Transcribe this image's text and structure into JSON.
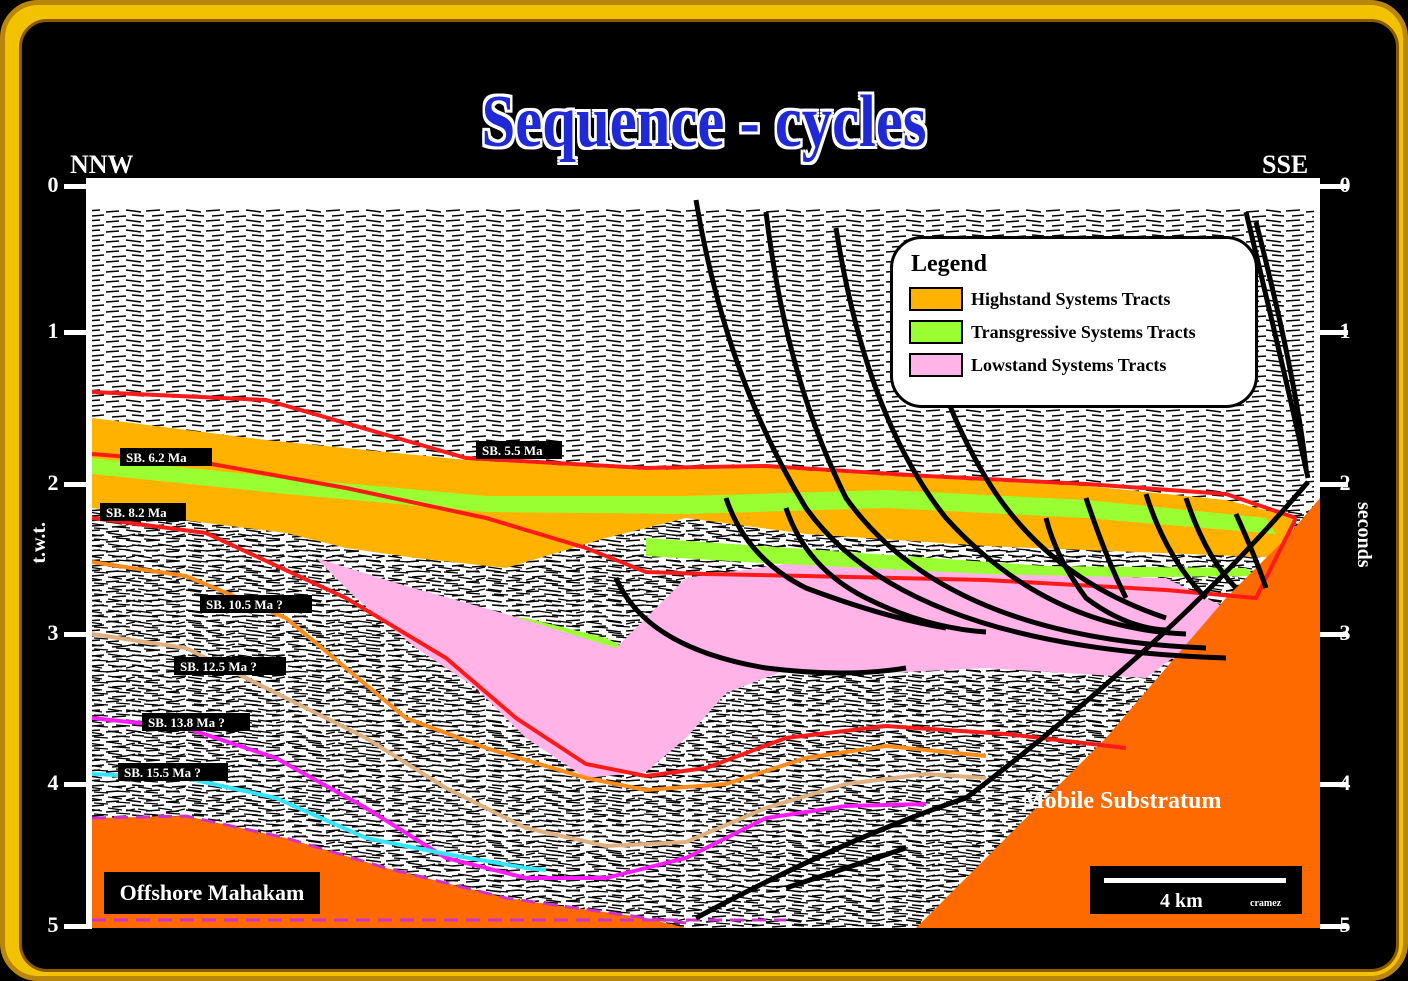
{
  "title": "Sequence - cycles",
  "directions": {
    "left": "NNW",
    "right": "SSE"
  },
  "axis": {
    "left_label": "t.w.t.",
    "right_label": "seconds",
    "ticks": [
      "0",
      "1",
      "2",
      "3",
      "4",
      "5"
    ]
  },
  "legend": {
    "title": "Legend",
    "items": [
      {
        "label": "Highstand Systems Tracts",
        "color": "#ffb300"
      },
      {
        "label": "Transgressive Systems Tracts",
        "color": "#99ff33"
      },
      {
        "label": "Lowstand Systems Tracts",
        "color": "#ffb3e6"
      }
    ]
  },
  "sequence_boundaries": [
    {
      "label": "SB. 5.5 Ma",
      "color": "#ff1a1a"
    },
    {
      "label": "SB. 6.2 Ma",
      "color": "#ff1a1a"
    },
    {
      "label": "SB. 8.2 Ma",
      "color": "#ff1a1a"
    },
    {
      "label": "SB. 10.5 Ma ?",
      "color": "#ff8c1a"
    },
    {
      "label": "SB. 12.5 Ma ?",
      "color": "#e0b080"
    },
    {
      "label": "SB. 13.8 Ma ?",
      "color": "#ff1aff"
    },
    {
      "label": "SB. 15.5 Ma ?",
      "color": "#33e6ff"
    }
  ],
  "substratum_label": "Mobile Substratum",
  "substratum_color": "#ff6a00",
  "location_label": "Offshore Mahakam",
  "scale": {
    "label": "4 km",
    "author": "cramez"
  }
}
